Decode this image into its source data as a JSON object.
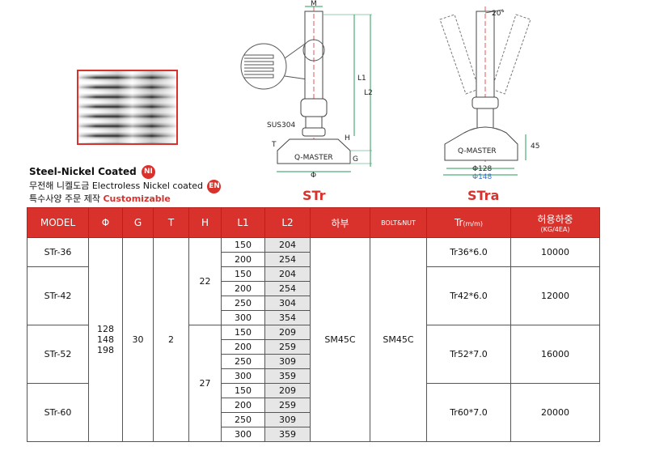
{
  "coatings": {
    "line1": "Steel-Nickel Coated",
    "badge1": "NI",
    "line2": "무전해 니켈도금 Electroless Nickel coated",
    "badge2": "EN",
    "line3_ko": "특수사양 주문 제작",
    "line3_en": "Customizable"
  },
  "diagram_str": {
    "title": "STr",
    "labels": {
      "m": "M",
      "l1": "L1",
      "l2": "L2",
      "sus": "SUS304",
      "h": "H",
      "t": "T",
      "g": "G",
      "brand": "Q-MASTER",
      "phi": "Φ"
    }
  },
  "diagram_stra": {
    "title": "STra",
    "labels": {
      "angle": "20°",
      "brand": "Q-MASTER",
      "dim45": "45",
      "phi128": "Φ128",
      "phi148": "Φ148"
    }
  },
  "table": {
    "headers": {
      "model": "MODEL",
      "phi": "Φ",
      "g": "G",
      "t": "T",
      "h": "H",
      "l1": "L1",
      "l2": "L2",
      "base": "하부",
      "bolt": "BOLT&NUT",
      "tr": "Tr",
      "tr_unit": "(m/m)",
      "load": "허용하중",
      "load_unit": "(KG/4EA)"
    },
    "phi_values": [
      "128",
      "148",
      "198"
    ],
    "g": "30",
    "t": "2",
    "h_top": "22",
    "h_bottom": "27",
    "base": "SM45C",
    "bolt": "SM45C",
    "models": [
      {
        "model": "STr-36",
        "tr": "Tr36*6.0",
        "load": "10000",
        "rows": [
          {
            "l1": "150",
            "l2": "204"
          },
          {
            "l1": "200",
            "l2": "254"
          }
        ]
      },
      {
        "model": "STr-42",
        "tr": "Tr42*6.0",
        "load": "12000",
        "rows": [
          {
            "l1": "150",
            "l2": "204"
          },
          {
            "l1": "200",
            "l2": "254"
          },
          {
            "l1": "250",
            "l2": "304"
          },
          {
            "l1": "300",
            "l2": "354"
          }
        ]
      },
      {
        "model": "STr-52",
        "tr": "Tr52*7.0",
        "load": "16000",
        "rows": [
          {
            "l1": "150",
            "l2": "209"
          },
          {
            "l1": "200",
            "l2": "259"
          },
          {
            "l1": "250",
            "l2": "309"
          },
          {
            "l1": "300",
            "l2": "359"
          }
        ]
      },
      {
        "model": "STr-60",
        "tr": "Tr60*7.0",
        "load": "20000",
        "rows": [
          {
            "l1": "150",
            "l2": "209"
          },
          {
            "l1": "200",
            "l2": "259"
          },
          {
            "l1": "250",
            "l2": "309"
          },
          {
            "l1": "300",
            "l2": "359"
          }
        ]
      }
    ]
  }
}
